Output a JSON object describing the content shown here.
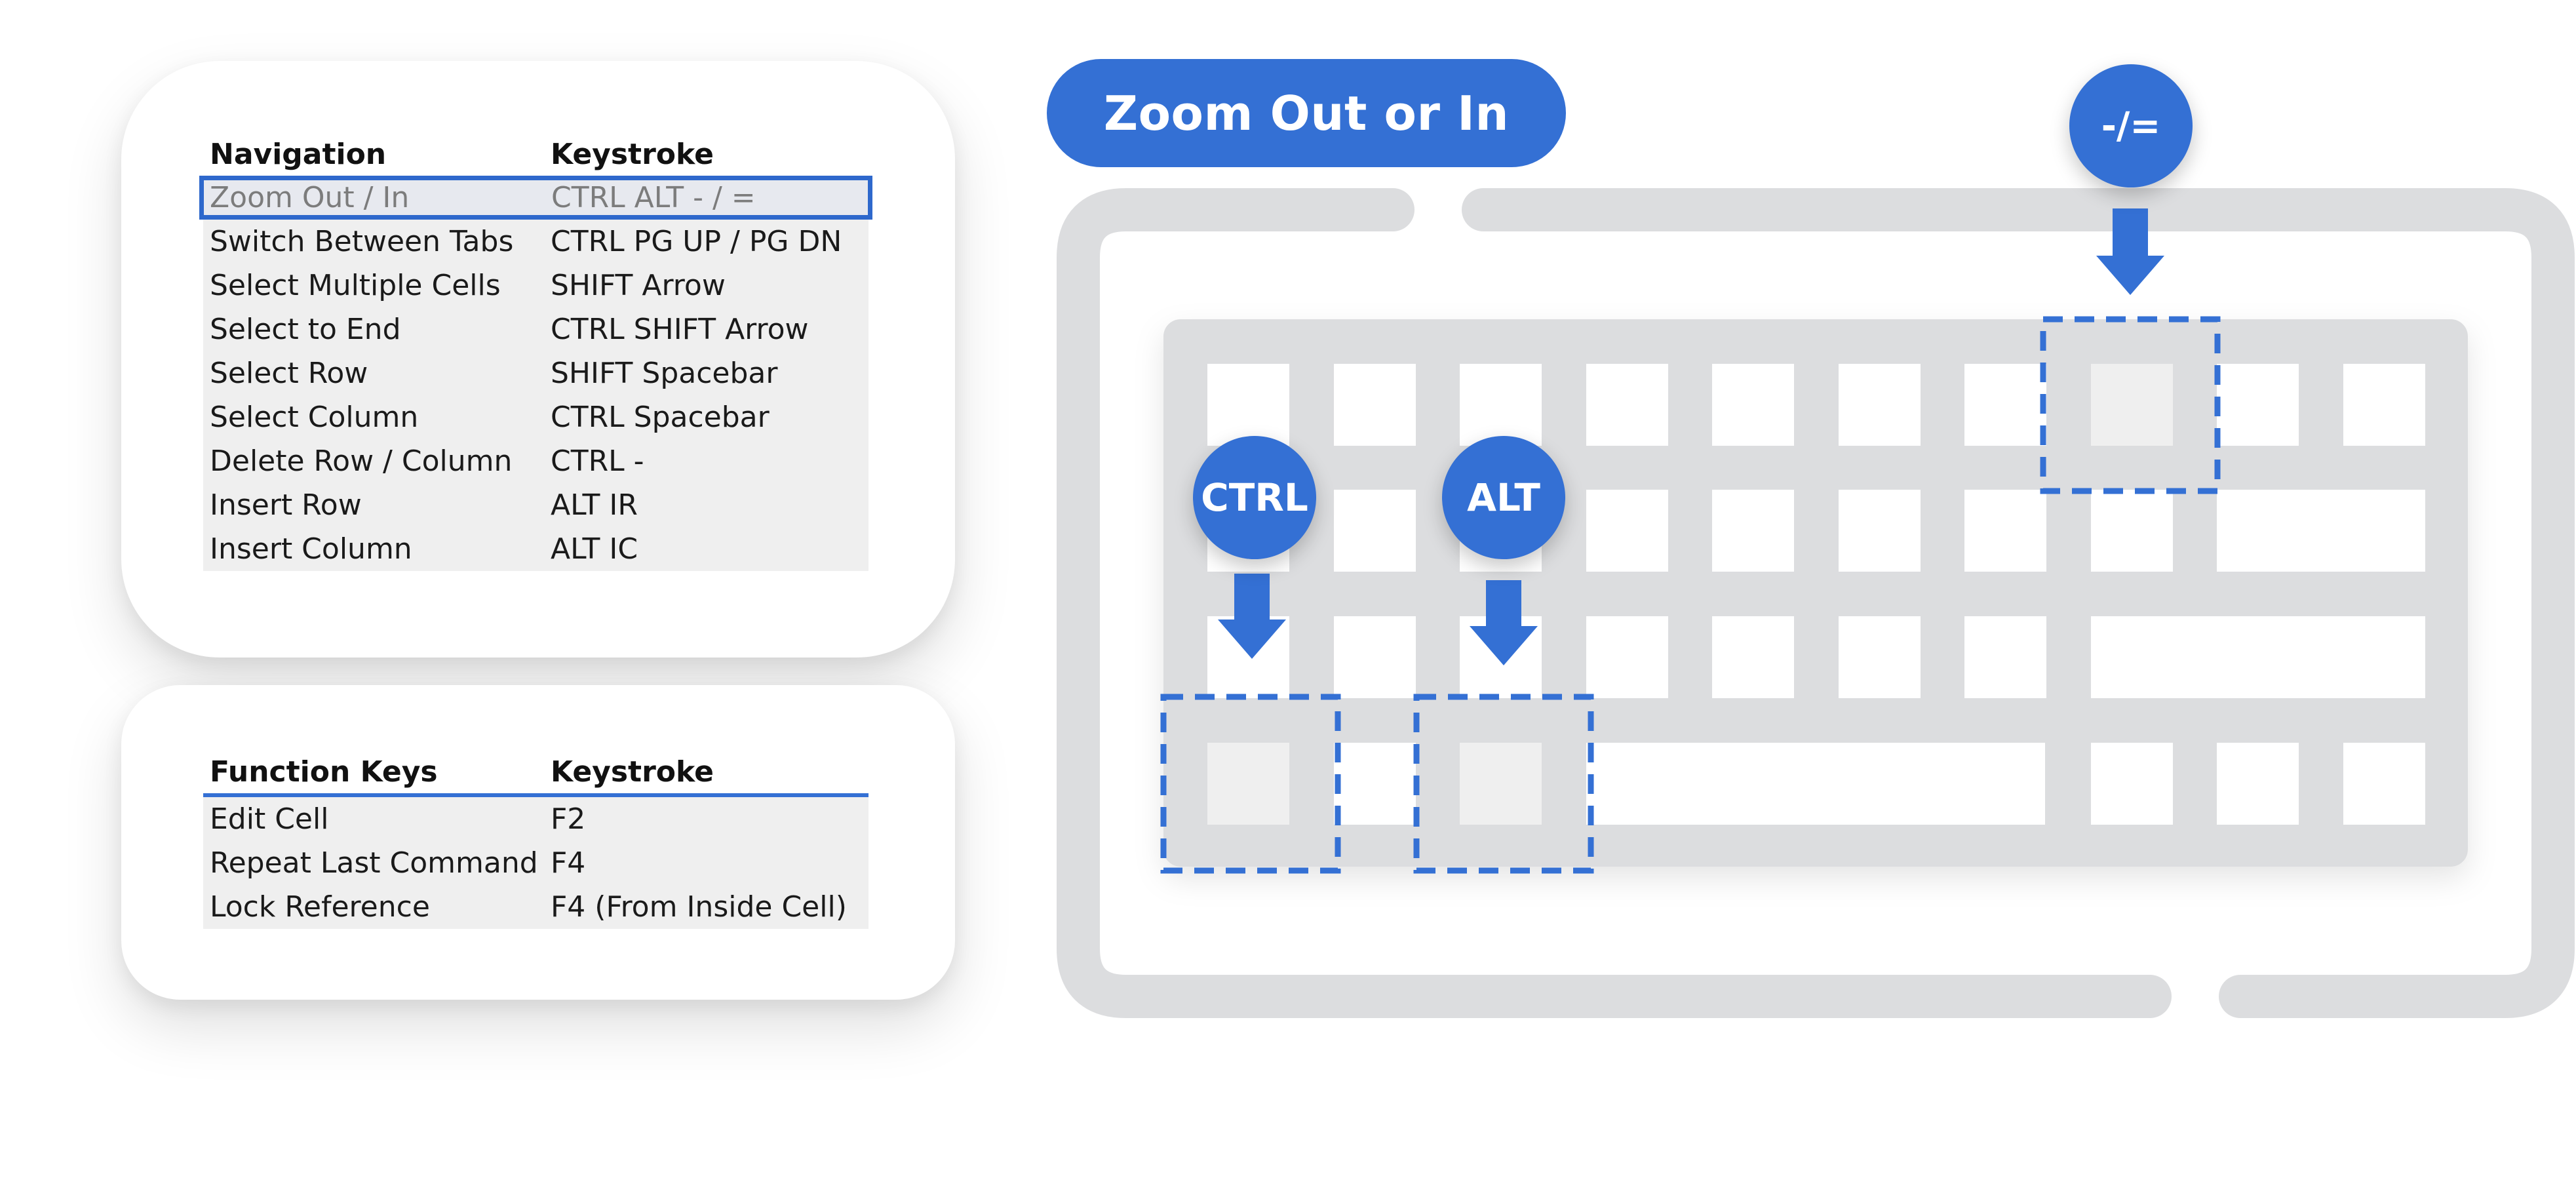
{
  "navigation_table": {
    "headers": [
      "Navigation",
      "Keystroke"
    ],
    "rows": [
      [
        "Zoom Out / In",
        "CTRL ALT - / ="
      ],
      [
        "Switch Between Tabs",
        "CTRL PG UP / PG DN"
      ],
      [
        "Select Multiple Cells",
        "SHIFT Arrow"
      ],
      [
        "Select to End",
        "CTRL SHIFT Arrow"
      ],
      [
        "Select Row",
        "SHIFT Spacebar"
      ],
      [
        "Select Column",
        "CTRL Spacebar"
      ],
      [
        "Delete Row / Column",
        "CTRL -"
      ],
      [
        "Insert Row",
        "ALT IR"
      ],
      [
        "Insert Column",
        "ALT IC"
      ]
    ]
  },
  "function_table": {
    "headers": [
      "Function Keys",
      "Keystroke"
    ],
    "rows": [
      [
        "Edit Cell",
        "F2"
      ],
      [
        "Repeat Last Command",
        "F4"
      ],
      [
        "Lock Reference",
        "F4 (From Inside Cell)"
      ]
    ]
  },
  "title": "Zoom Out or In",
  "badges": {
    "ctrl": "CTRL",
    "alt": "ALT",
    "minus_equals": "-/="
  },
  "colors": {
    "accent": "#3470d4",
    "keyboard_gray": "#dcdddf",
    "highlight_border": "#2e68cc"
  }
}
